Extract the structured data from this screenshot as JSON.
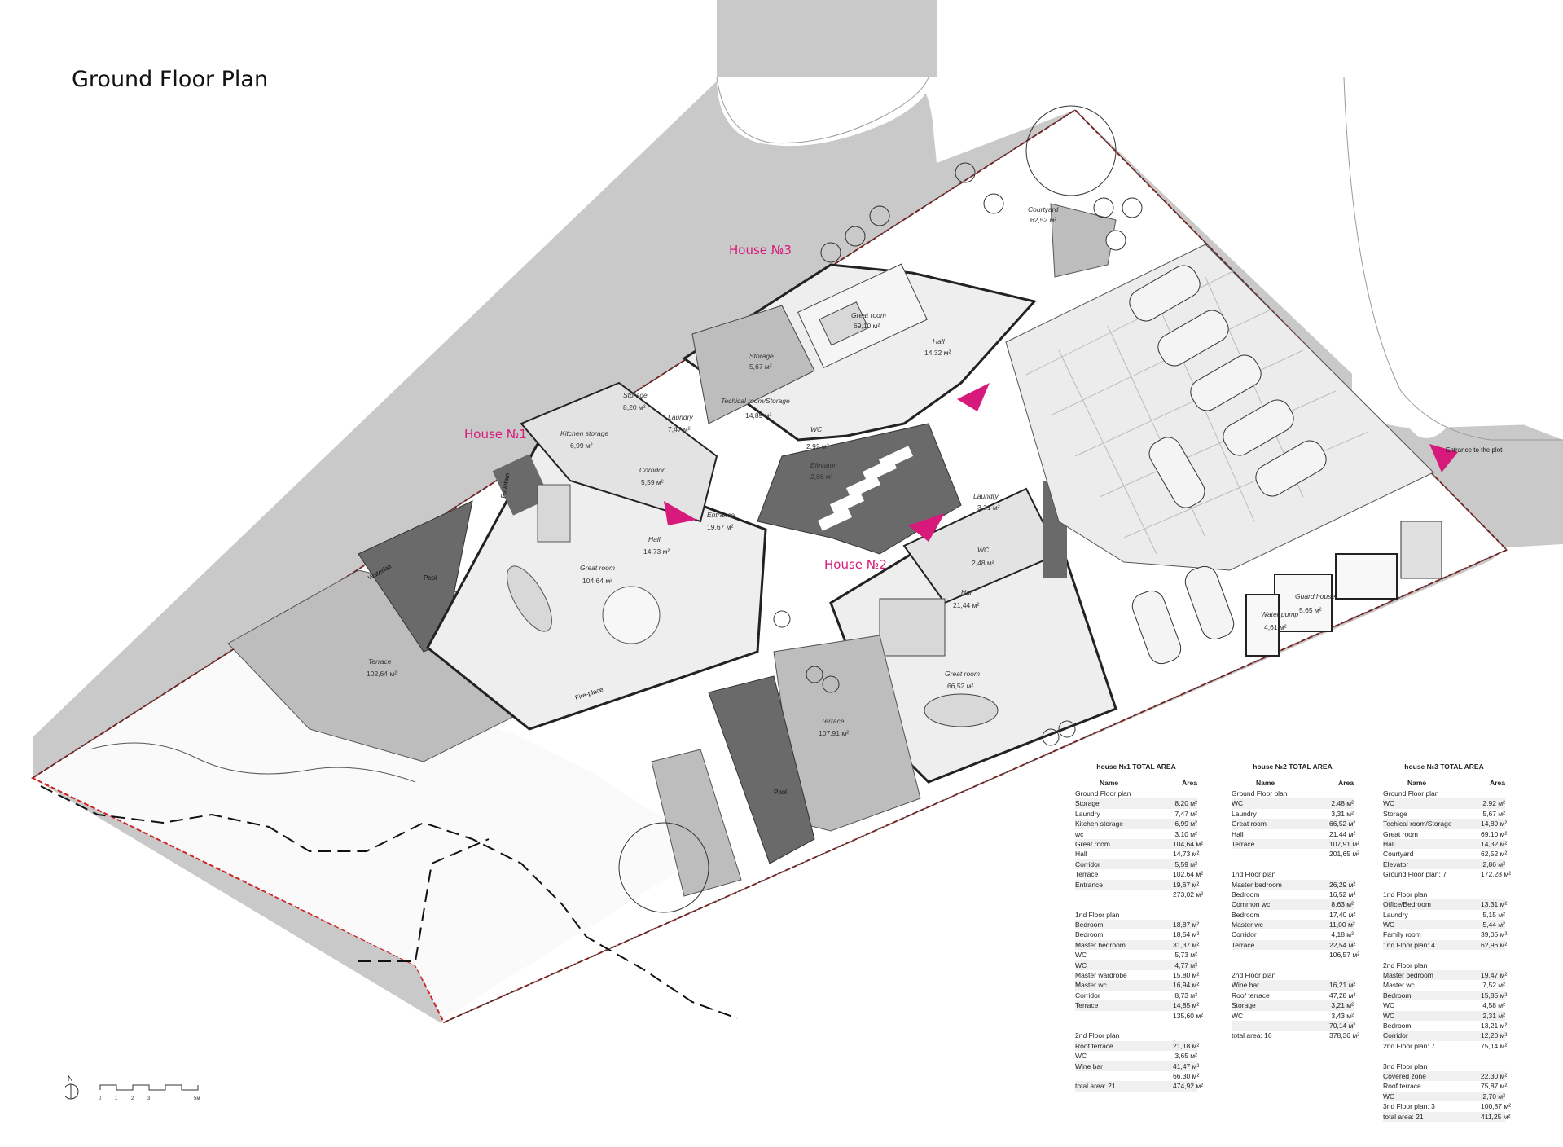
{
  "title": "Ground Floor Plan",
  "colors": {
    "accent": "#d6197a",
    "road": "#c8c8c8",
    "dark": "#6a6a6a",
    "boundary": "#cc2222"
  },
  "houses": {
    "h1": "House №1",
    "h2": "House №2",
    "h3": "House №3"
  },
  "entrance_label": "Entrance to the plot",
  "rooms": {
    "h3_great": {
      "name": "Great room",
      "area": "69,10 м²"
    },
    "h3_hall": {
      "name": "Hall",
      "area": "14,32 м²"
    },
    "h3_storage": {
      "name": "Storage",
      "area": "5,67 м²"
    },
    "h3_tech": {
      "name": "Techical room/Storage",
      "area": "14,89 м²"
    },
    "h3_wc": {
      "name": "WC",
      "area": "2,92 м²"
    },
    "h3_elev": {
      "name": "Elevator",
      "area": "2,86 м²"
    },
    "h3_court": {
      "name": "Courtyard",
      "area": "62,52 м²"
    },
    "h1_storage": {
      "name": "Storage",
      "area": "8,20 м²"
    },
    "h1_laundry": {
      "name": "Laundry",
      "area": "7,47 м²"
    },
    "h1_kitchen": {
      "name": "Kitchen storage",
      "area": "6,99 м²"
    },
    "h1_corridor": {
      "name": "Corridor",
      "area": "5,59 м²"
    },
    "h1_entrance": {
      "name": "Entrance",
      "area": "19,67 м²"
    },
    "h1_hall": {
      "name": "Hall",
      "area": "14,73 м²"
    },
    "h1_great": {
      "name": "Great room",
      "area": "104,64 м²"
    },
    "h1_terrace": {
      "name": "Terrace",
      "area": "102,64 м²"
    },
    "h2_laundry": {
      "name": "Laundry",
      "area": "3,31 м²"
    },
    "h2_wc": {
      "name": "WC",
      "area": "2,48 м²"
    },
    "h2_hall": {
      "name": "Hall",
      "area": "21,44 м²"
    },
    "h2_great": {
      "name": "Great room",
      "area": "66,52 м²"
    },
    "h2_terrace": {
      "name": "Terrace",
      "area": "107,91 м²"
    },
    "guard": {
      "name": "Guard house",
      "area": "5,65 м²"
    },
    "pump": {
      "name": "Water pump",
      "area": "4,61 м²"
    }
  },
  "misc": {
    "pool": "Pool",
    "fountain": "Fountain",
    "waterfall": "Waterfall",
    "fireplace": "Fire-place"
  },
  "tables": [
    {
      "title": "house №1 TOTAL AREA",
      "col_name": "Name",
      "col_area": "Area",
      "sections": [
        {
          "label": "Ground Floor plan",
          "rows": [
            [
              "Storage",
              "8,20 м²"
            ],
            [
              "Laundry",
              "7,47 м²"
            ],
            [
              "Kitchen storage",
              "6,99 м²"
            ],
            [
              "wc",
              "3,10 м²"
            ],
            [
              "Great room",
              "104,64 м²"
            ],
            [
              "Hall",
              "14,73 м²"
            ],
            [
              "Corridor",
              "5,59 м²"
            ],
            [
              "Terrace",
              "102,64 м²"
            ],
            [
              "Entrance",
              "19,67 м²"
            ],
            [
              "",
              "273,02 м²"
            ]
          ]
        },
        {
          "label": "1nd Floor plan",
          "rows": [
            [
              "Bedroom",
              "18,87 м²"
            ],
            [
              "Bedroom",
              "18,54 м²"
            ],
            [
              "Master bedroom",
              "31,37 м²"
            ],
            [
              "WC",
              "5,73 м²"
            ],
            [
              "WC",
              "4,77 м²"
            ],
            [
              "Master wardrobe",
              "15,80 м²"
            ],
            [
              "Master wc",
              "16,94 м²"
            ],
            [
              "Corridor",
              "8,73 м²"
            ],
            [
              "Terrace",
              "14,85 м²"
            ],
            [
              "",
              "135,60 м²"
            ]
          ]
        },
        {
          "label": "2nd Floor plan",
          "rows": [
            [
              "Roof terrace",
              "21,18 м²"
            ],
            [
              "WC",
              "3,65 м²"
            ],
            [
              "Wine bar",
              "41,47 м²"
            ],
            [
              "",
              "66,30 м²"
            ],
            [
              "total area: 21",
              "474,92 м²"
            ]
          ]
        }
      ]
    },
    {
      "title": "house №2 TOTAL AREA",
      "col_name": "Name",
      "col_area": "Area",
      "sections": [
        {
          "label": "Ground Floor plan",
          "rows": [
            [
              "WC",
              "2,48 м²"
            ],
            [
              "Laundry",
              "3,31 м²"
            ],
            [
              "Great room",
              "66,52 м²"
            ],
            [
              "Hall",
              "21,44 м²"
            ],
            [
              "Terrace",
              "107,91 м²"
            ],
            [
              "",
              "201,65 м²"
            ]
          ]
        },
        {
          "label": "1nd Floor plan",
          "rows": [
            [
              "Master bedroom",
              "26,29 м²"
            ],
            [
              "Bedroom",
              "16,52 м²"
            ],
            [
              "Common wc",
              "8,63 м²"
            ],
            [
              "Bedroom",
              "17,40 м²"
            ],
            [
              "Master wc",
              "11,00 м²"
            ],
            [
              "Corridor",
              "4,18 м²"
            ],
            [
              "Terrace",
              "22,54 м²"
            ],
            [
              "",
              "106,57 м²"
            ]
          ]
        },
        {
          "label": "2nd Floor plan",
          "rows": [
            [
              "Wine bar",
              "16,21 м²"
            ],
            [
              "Roof terrace",
              "47,28 м²"
            ],
            [
              "Storage",
              "3,21 м²"
            ],
            [
              "WC",
              "3,43 м²"
            ],
            [
              "",
              "70,14 м²"
            ],
            [
              "total area: 16",
              "378,36 м²"
            ]
          ]
        }
      ]
    },
    {
      "title": "house №3 TOTAL AREA",
      "col_name": "Name",
      "col_area": "Area",
      "sections": [
        {
          "label": "Ground Floor plan",
          "rows": [
            [
              "WC",
              "2,92 м²"
            ],
            [
              "Storage",
              "5,67 м²"
            ],
            [
              "Techical room/Storage",
              "14,89 м²"
            ],
            [
              "Great room",
              "69,10 м²"
            ],
            [
              "Hall",
              "14,32 м²"
            ],
            [
              "Courtyard",
              "62,52 м²"
            ],
            [
              "Elevator",
              "2,86 м²"
            ],
            [
              "Ground Floor plan: 7",
              "172,28 м²"
            ]
          ]
        },
        {
          "label": "1nd Floor plan",
          "rows": [
            [
              "Office/Bedroom",
              "13,31 м²"
            ],
            [
              "Laundry",
              "5,15 м²"
            ],
            [
              "WC",
              "5,44 м²"
            ],
            [
              "Family room",
              "39,05 м²"
            ],
            [
              "1nd Floor plan: 4",
              "62,96 м²"
            ]
          ]
        },
        {
          "label": "2nd Floor plan",
          "rows": [
            [
              "Master bedroom",
              "19,47 м²"
            ],
            [
              "Master wc",
              "7,52 м²"
            ],
            [
              "Bedroom",
              "15,85 м²"
            ],
            [
              "WC",
              "4,58 м²"
            ],
            [
              "WC",
              "2,31 м²"
            ],
            [
              "Bedroom",
              "13,21 м²"
            ],
            [
              "Corridor",
              "12,20 м²"
            ],
            [
              "2nd Floor plan: 7",
              "75,14 м²"
            ]
          ]
        },
        {
          "label": "3nd Floor plan",
          "rows": [
            [
              "Covered zone",
              "22,30 м²"
            ],
            [
              "Roof terrace",
              "75,87 м²"
            ],
            [
              "WC",
              "2,70 м²"
            ],
            [
              "3nd Floor plan: 3",
              "100,87 м²"
            ],
            [
              "total area: 21",
              "411,25 м²"
            ]
          ]
        }
      ]
    }
  ],
  "scale": {
    "north": "N",
    "ticks": [
      "0",
      "1",
      "2",
      "3",
      "5м"
    ]
  }
}
